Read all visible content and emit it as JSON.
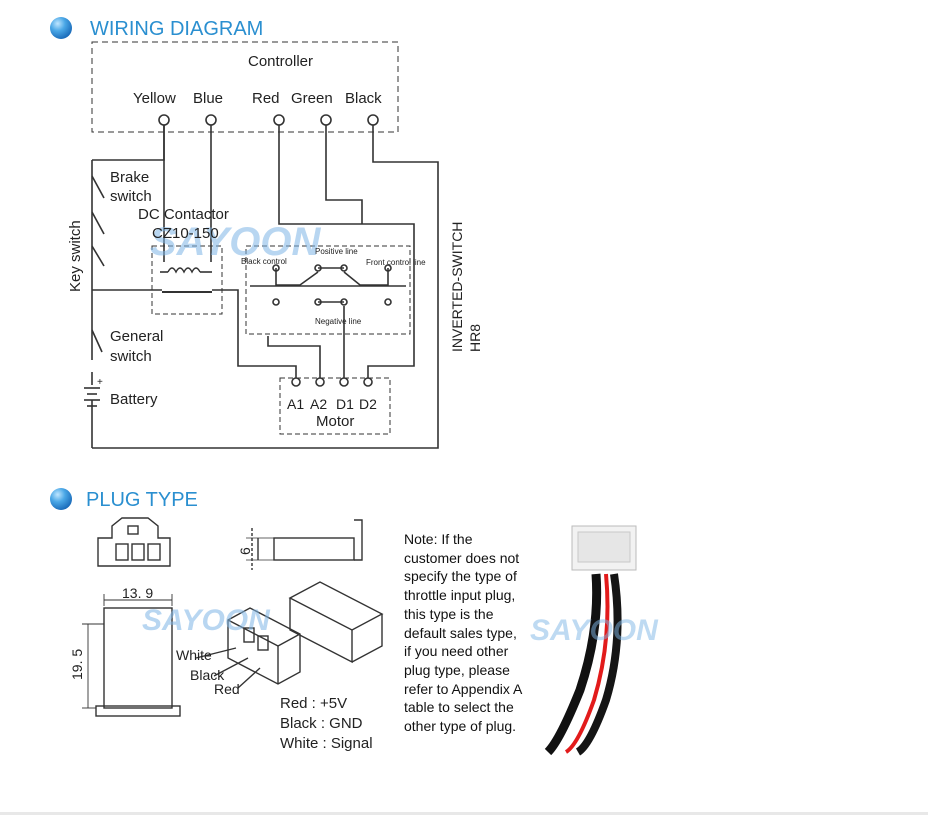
{
  "sections": {
    "wiring_title": "WIRING DIAGRAM",
    "plug_title": "PLUG TYPE"
  },
  "wiring": {
    "controller": "Controller",
    "terminals": [
      "Yellow",
      "Blue",
      "Red",
      "Green",
      "Black"
    ],
    "brake_switch": [
      "Brake",
      "switch"
    ],
    "dc_contactor": [
      "DC Contactor",
      "CZ10-150"
    ],
    "key_switch": "Key switch",
    "general_switch": [
      "General",
      "switch"
    ],
    "battery": "Battery",
    "positive_line": "Positive line",
    "black_control": "Black control",
    "front_control_line": "Front control line",
    "negative_line": "Negative line",
    "inverted_switch": [
      "INVERTED-SWITCH",
      "HR8"
    ],
    "motor_terminals": [
      "A1",
      "A2",
      "D1",
      "D2"
    ],
    "motor": "Motor"
  },
  "plug": {
    "dim_width": "13. 9",
    "dim_height": "19. 5",
    "dim_side": "6",
    "wires": [
      "White",
      "Black",
      "Red"
    ],
    "legend": [
      "Red : +5V",
      "Black : GND",
      "White : Signal"
    ],
    "note": "Note: If the customer does not specify the type of throttle input plug, this type is the default sales type, if you need other plug type, please refer to Appendix A table to select the other type of plug."
  },
  "watermark": "SAYOON"
}
